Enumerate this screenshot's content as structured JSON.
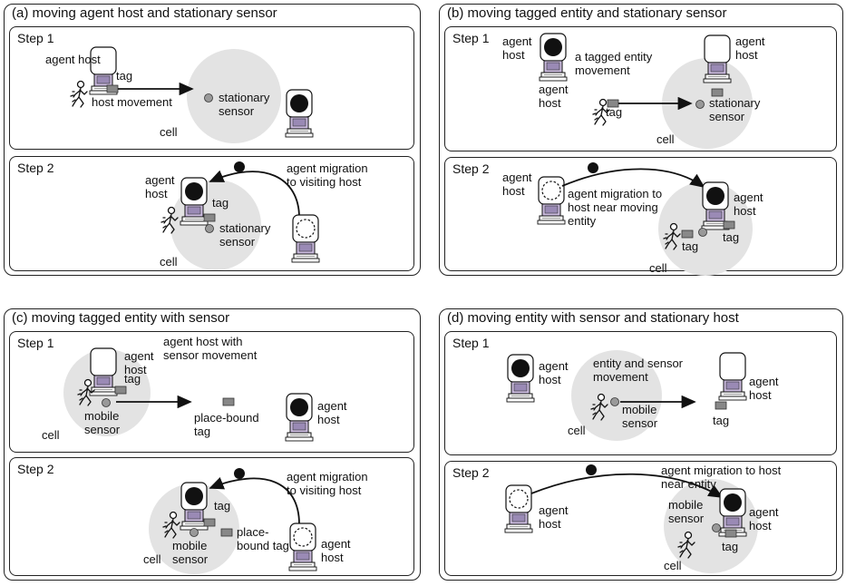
{
  "panels": {
    "a": {
      "title": "(a) moving agent host and stationary sensor",
      "step1": {
        "label": "Step 1",
        "agent_host": "agent host",
        "tag": "tag",
        "movement": "host movement",
        "sensor": "stationary sensor",
        "cell": "cell"
      },
      "step2": {
        "label": "Step 2",
        "agent_host": "agent host",
        "tag": "tag",
        "sensor": "stationary sensor",
        "cell": "cell",
        "migration": "agent migration to visiting host"
      }
    },
    "b": {
      "title": "(b) moving tagged entity and stationary sensor",
      "step1": {
        "label": "Step 1",
        "agent_host_top": "agent host",
        "movement": "a tagged entity movement",
        "agent_host_entity": "agent host",
        "tag": "tag",
        "agent_host_right": "agent host",
        "sensor": "stationary sensor",
        "cell": "cell"
      },
      "step2": {
        "label": "Step 2",
        "agent_host_left": "agent host",
        "migration": "agent migration to host near moving entity",
        "agent_host_right": "agent host",
        "tag_entity": "tag",
        "tag_host": "tag",
        "cell": "cell"
      }
    },
    "c": {
      "title": "(c) moving tagged entity with sensor",
      "step1": {
        "label": "Step 1",
        "agent_host": "agent host",
        "tag": "tag",
        "movement": "agent host with sensor movement",
        "sensor": "mobile sensor",
        "cell": "cell",
        "place_bound_tag": "place-bound tag",
        "agent_host_right": "agent host"
      },
      "step2": {
        "label": "Step 2",
        "tag": "tag",
        "migration": "agent migration to visiting host",
        "sensor": "mobile sensor",
        "cell": "cell",
        "place_bound_tag": "place- bound tag",
        "agent_host": "agent host"
      }
    },
    "d": {
      "title": "(d) moving entity with sensor and stationary host",
      "step1": {
        "label": "Step 1",
        "agent_host_left": "agent host",
        "movement": "entity and sensor movement",
        "sensor": "mobile sensor",
        "cell": "cell",
        "agent_host_right": "agent host",
        "tag": "tag"
      },
      "step2": {
        "label": "Step 2",
        "agent_host_left": "agent host",
        "migration": "agent migration to host near entity",
        "sensor": "mobile sensor",
        "agent_host_right": "agent host",
        "tag": "tag",
        "cell": "cell"
      }
    }
  }
}
